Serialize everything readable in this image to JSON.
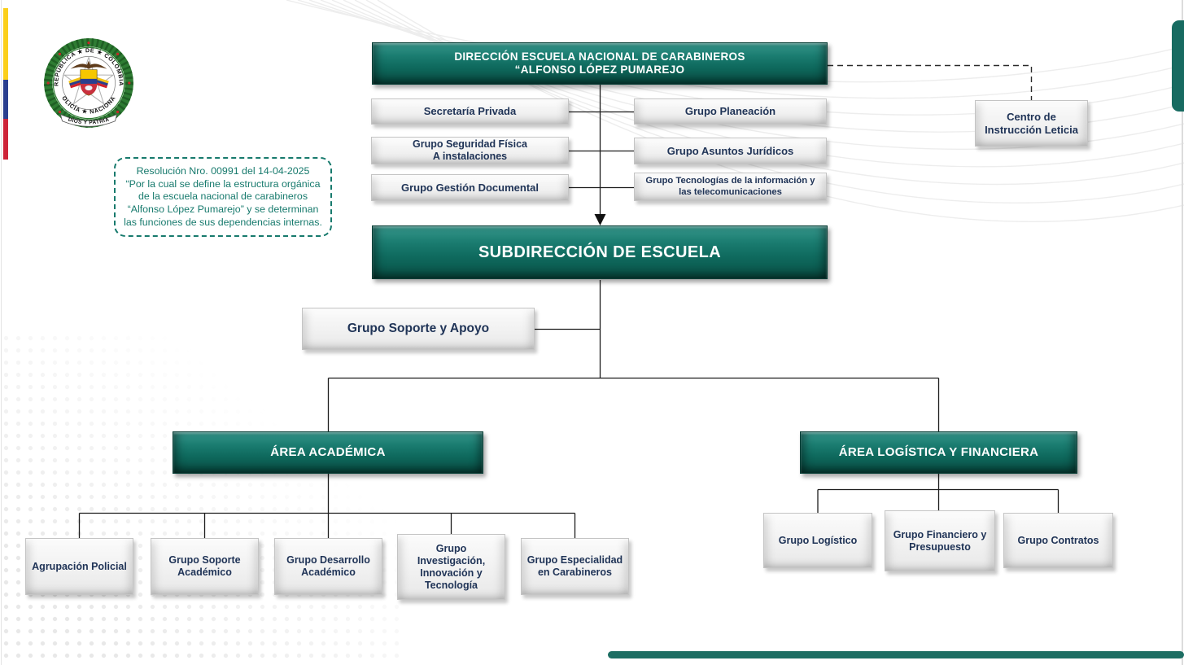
{
  "header": {
    "title_line1": "DIRECCIÓN ESCUELA NACIONAL DE CARABINEROS",
    "title_line2": "“ALFONSO LÓPEZ PUMAREJO"
  },
  "seal": {
    "top_arc": "REPÚBLICA ★ DE ★ COLOMBIA",
    "bottom_arc": "POLICÍA ★ NACIONAL",
    "banner": "DIOS Y PATRIA"
  },
  "note": {
    "text": "Resolución Nro. 00991 del 14-04-2025\n“Por la cual se define la estructura orgánica de la escuela nacional de carabineros “Alfonso López Pumarejo” y se determinan las funciones de sus dependencias internas."
  },
  "org": {
    "staff_left": [
      "Secretaría Privada",
      "Grupo Seguridad Física\nA instalaciones",
      "Grupo Gestión Documental"
    ],
    "staff_right": [
      "Grupo Planeación",
      "Grupo Asuntos Jurídicos",
      "Grupo Tecnologías de la información y\nlas telecomunicaciones"
    ],
    "centro_instruccion": "Centro de\nInstrucción Leticia",
    "subdireccion": "SUBDIRECCIÓN DE ESCUELA",
    "soporte_apoyo": "Grupo Soporte y Apoyo",
    "area_academica": {
      "label": "ÁREA ACADÉMICA",
      "children": [
        "Agrupación Policial",
        "Grupo Soporte\nAcadémico",
        "Grupo Desarrollo\nAcadémico",
        "Grupo\nInvestigación,\nInnovación y\nTecnología",
        "Grupo Especialidad\nen Carabineros"
      ]
    },
    "area_logistica": {
      "label": "ÁREA LOGÍSTICA Y FINANCIERA",
      "children": [
        "Grupo Logístico",
        "Grupo Financiero y\nPresupuesto",
        "Grupo Contratos"
      ]
    }
  },
  "colors": {
    "teal": "#0F6A5E",
    "teal_accent": "#1B6E62",
    "navy_text": "#203457",
    "flag_yellow": "#FBCF1B",
    "flag_blue": "#2A3F8F",
    "flag_red": "#CE2438"
  }
}
